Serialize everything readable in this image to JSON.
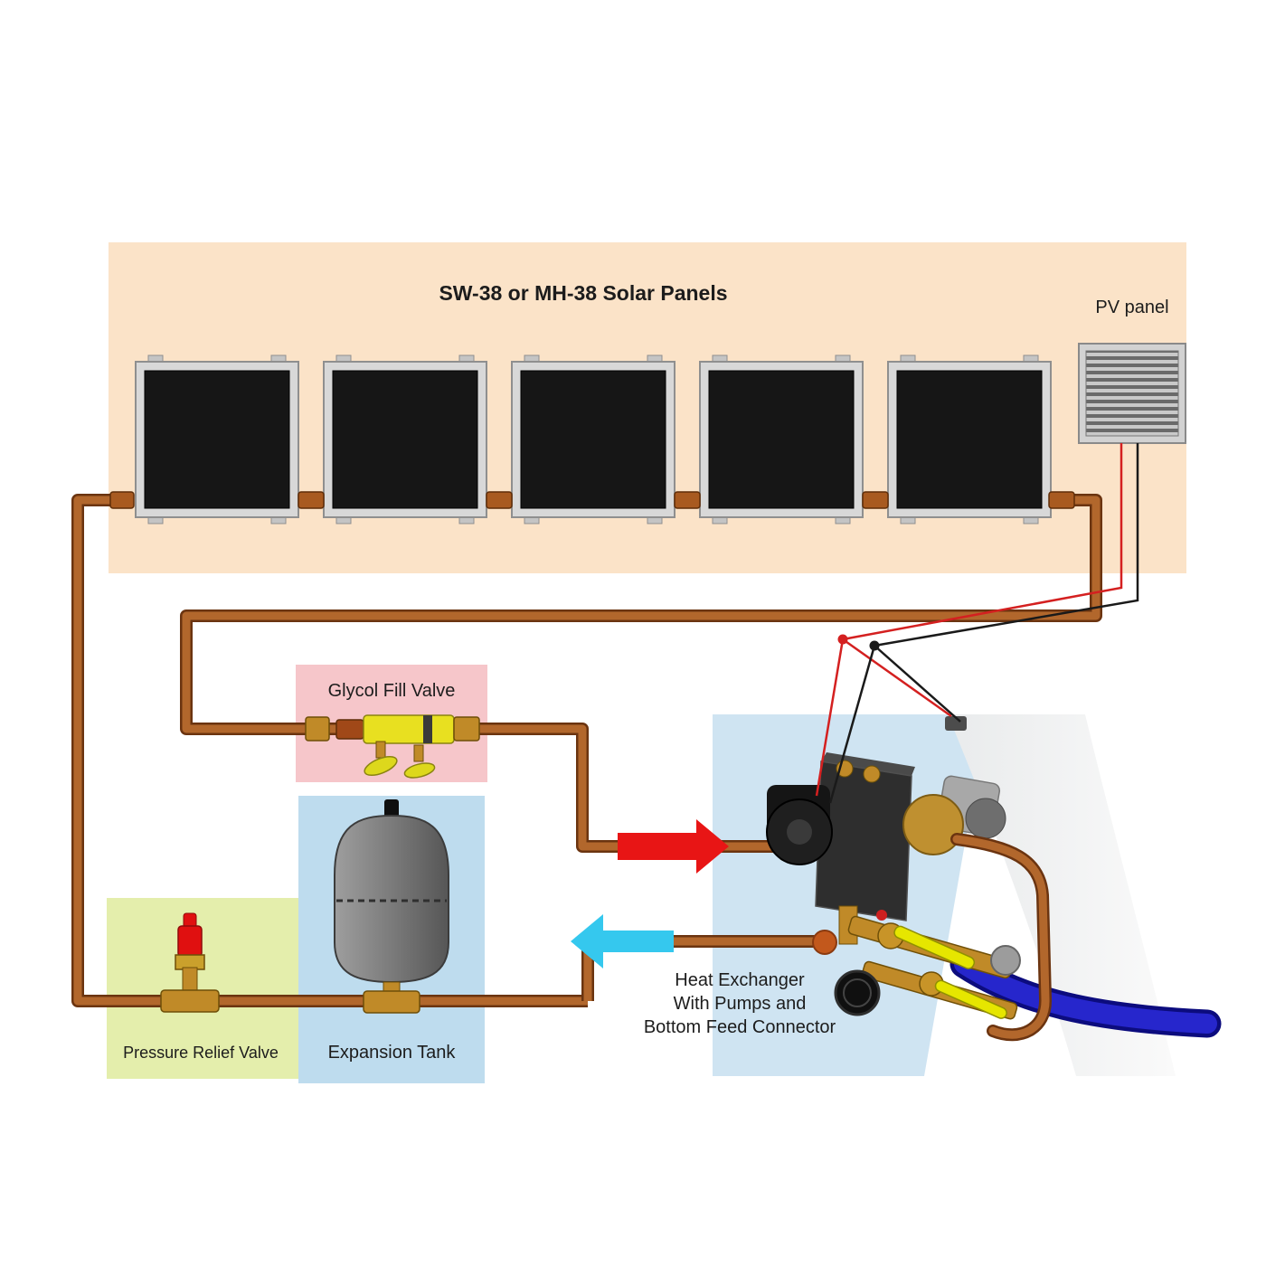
{
  "title": {
    "panels": "SW-38 or MH-38 Solar Panels"
  },
  "labels": {
    "pv_panel": "PV panel",
    "glycol_fill_valve": "Glycol Fill Valve",
    "expansion_tank": "Expansion Tank",
    "pressure_relief_valve": "Pressure Relief Valve",
    "heat_exchanger_lines": [
      "Heat Exchanger",
      "With Pumps and",
      "Bottom Feed Connector"
    ]
  },
  "colors": {
    "background": "#ffffff",
    "panel_band": "#fbe3c8",
    "glycol_box": "#f6c6ca",
    "expansion_box": "#bedcee",
    "relief_box": "#e4eeac",
    "hx_backdrop": "#cfe4f2",
    "panel_frame": "#d8d8d8",
    "solar_cell": "#161616",
    "copper": "#b2672c",
    "copper_dark": "#6b3410",
    "brass": "#c08a28",
    "arrow_hot": "#e81515",
    "arrow_cold": "#35c8ee",
    "wire_red": "#d42020",
    "wire_black": "#1a1a1a",
    "cold_pipe_blue": "#2626cc"
  }
}
